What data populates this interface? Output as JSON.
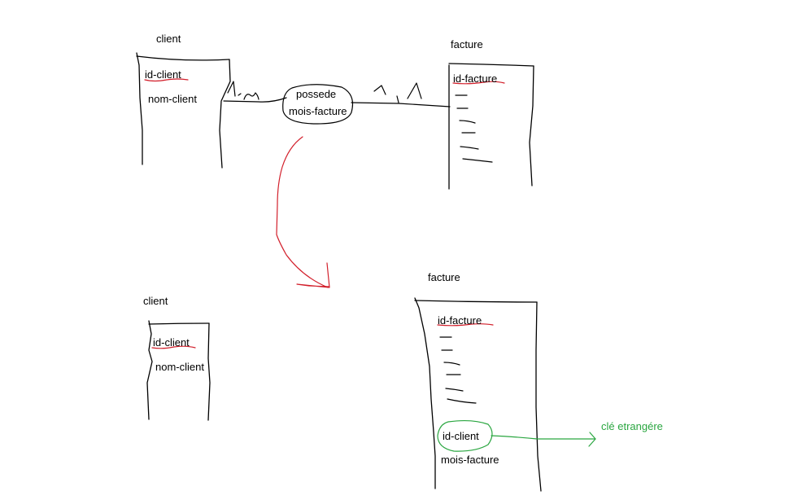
{
  "colors": {
    "ink": "#000000",
    "primary_key_underline": "#d21f2b",
    "transform_arrow": "#d21f2b",
    "foreign_key": "#2aa640"
  },
  "before": {
    "client": {
      "title": "client",
      "fields": [
        "id-client",
        "nom-client"
      ],
      "primary_key": "id-client"
    },
    "relation": {
      "name": "possede",
      "attribute": "mois-facture",
      "cardinality_client_side": "1,n",
      "cardinality_facture_side": "1,1"
    },
    "facture": {
      "title": "facture",
      "fields": [
        "id-facture"
      ],
      "primary_key": "id-facture"
    }
  },
  "after": {
    "client": {
      "title": "client",
      "fields": [
        "id-client",
        "nom-client"
      ],
      "primary_key": "id-client"
    },
    "facture": {
      "title": "facture",
      "fields": [
        "id-facture",
        "id-client",
        "mois-facture"
      ],
      "primary_key": "id-facture",
      "foreign_key": "id-client"
    },
    "foreign_key_note": "clé etrangére"
  }
}
